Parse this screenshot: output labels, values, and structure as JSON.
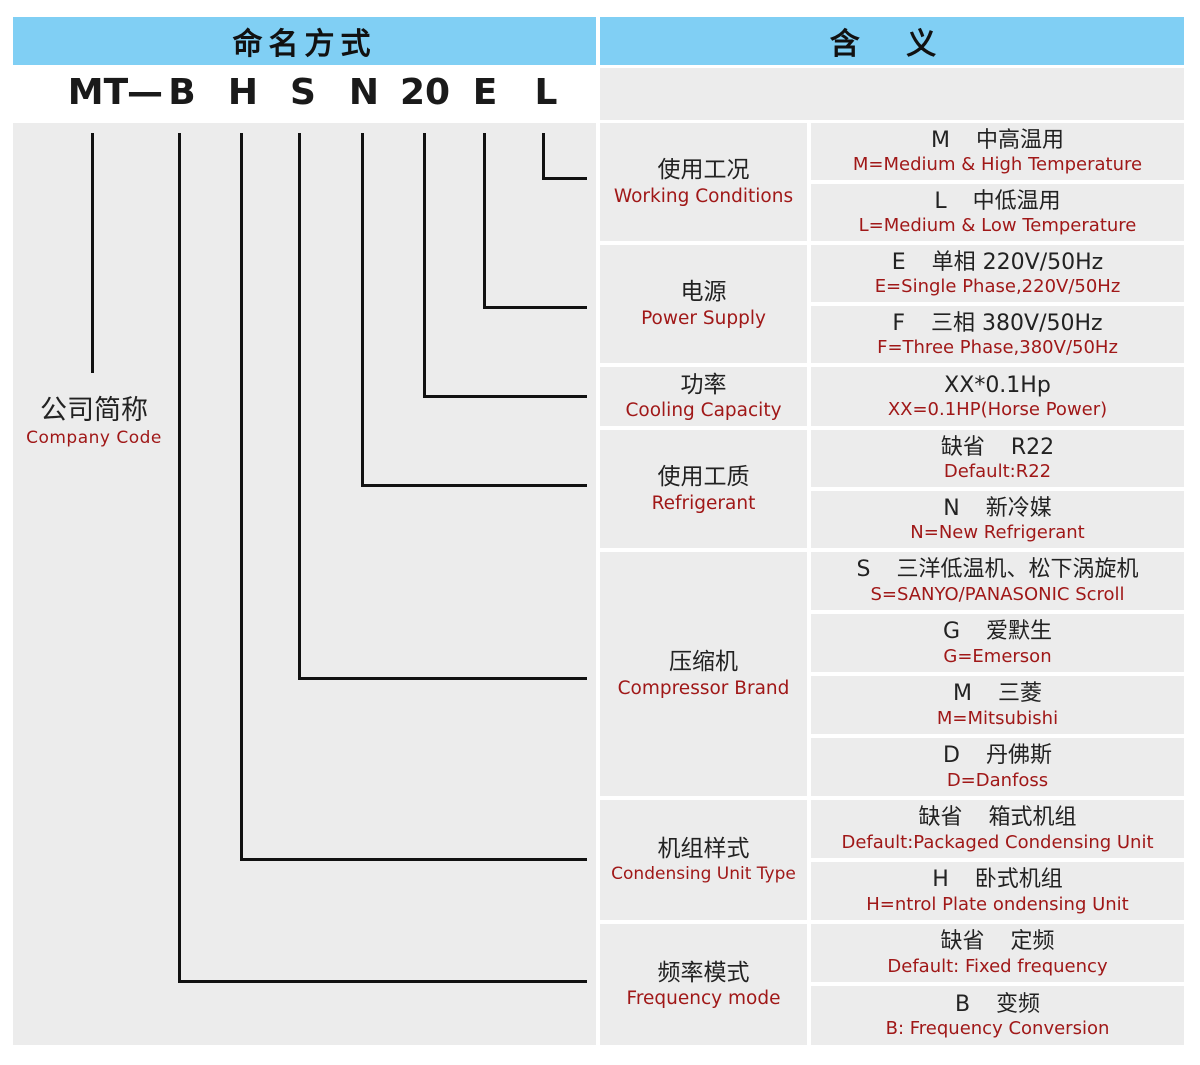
{
  "header": {
    "left": "命名方式",
    "right": "含 义"
  },
  "code": [
    "MT",
    "—",
    "B",
    "H",
    "S",
    "N",
    "20",
    "E",
    "L"
  ],
  "company": {
    "zh": "公司简称",
    "en": "Company  Code"
  },
  "categories": [
    {
      "zh": "使用工况",
      "en": "Working Conditions",
      "options": [
        {
          "sym": "M",
          "zh": "中高温用",
          "en": "M=Medium & High Temperature"
        },
        {
          "sym": "L",
          "zh": "中低温用",
          "en": "L=Medium & Low Temperature"
        }
      ]
    },
    {
      "zh": "电源",
      "en": "Power Supply",
      "options": [
        {
          "sym": "E",
          "zh": "单相 220V/50Hz",
          "en": "E=Single Phase,220V/50Hz"
        },
        {
          "sym": "F",
          "zh": "三相 380V/50Hz",
          "en": "F=Three Phase,380V/50Hz"
        }
      ]
    },
    {
      "zh": "功率",
      "en": "Cooling Capacity",
      "options": [
        {
          "sym": "",
          "zh": "XX*0.1Hp",
          "en": "XX=0.1HP(Horse Power)"
        }
      ]
    },
    {
      "zh": "使用工质",
      "en": "Refrigerant",
      "options": [
        {
          "sym": "缺省",
          "zh": "R22",
          "en": "Default:R22"
        },
        {
          "sym": "N",
          "zh": "新冷媒",
          "en": "N=New Refrigerant"
        }
      ]
    },
    {
      "zh": "压缩机",
      "en": "Compressor Brand",
      "options": [
        {
          "sym": "S",
          "zh": "三洋低温机、松下涡旋机",
          "en": "S=SANYO/PANASONIC Scroll"
        },
        {
          "sym": "G",
          "zh": "爱默生",
          "en": "G=Emerson"
        },
        {
          "sym": "M",
          "zh": "三菱",
          "en": "M=Mitsubishi"
        },
        {
          "sym": "D",
          "zh": "丹佛斯",
          "en": "D=Danfoss"
        }
      ]
    },
    {
      "zh": "机组样式",
      "en": "Condensing Unit Type",
      "options": [
        {
          "sym": "缺省",
          "zh": "箱式机组",
          "en": "Default:Packaged Condensing Unit"
        },
        {
          "sym": "H",
          "zh": "卧式机组",
          "en": "H=ntrol Plate ondensing Unit"
        }
      ]
    },
    {
      "zh": "频率模式",
      "en": "Frequency mode",
      "options": [
        {
          "sym": "缺省",
          "zh": "定频",
          "en": "Default: Fixed frequency"
        },
        {
          "sym": "B",
          "zh": "变频",
          "en": "B: Frequency Conversion"
        }
      ]
    }
  ]
}
